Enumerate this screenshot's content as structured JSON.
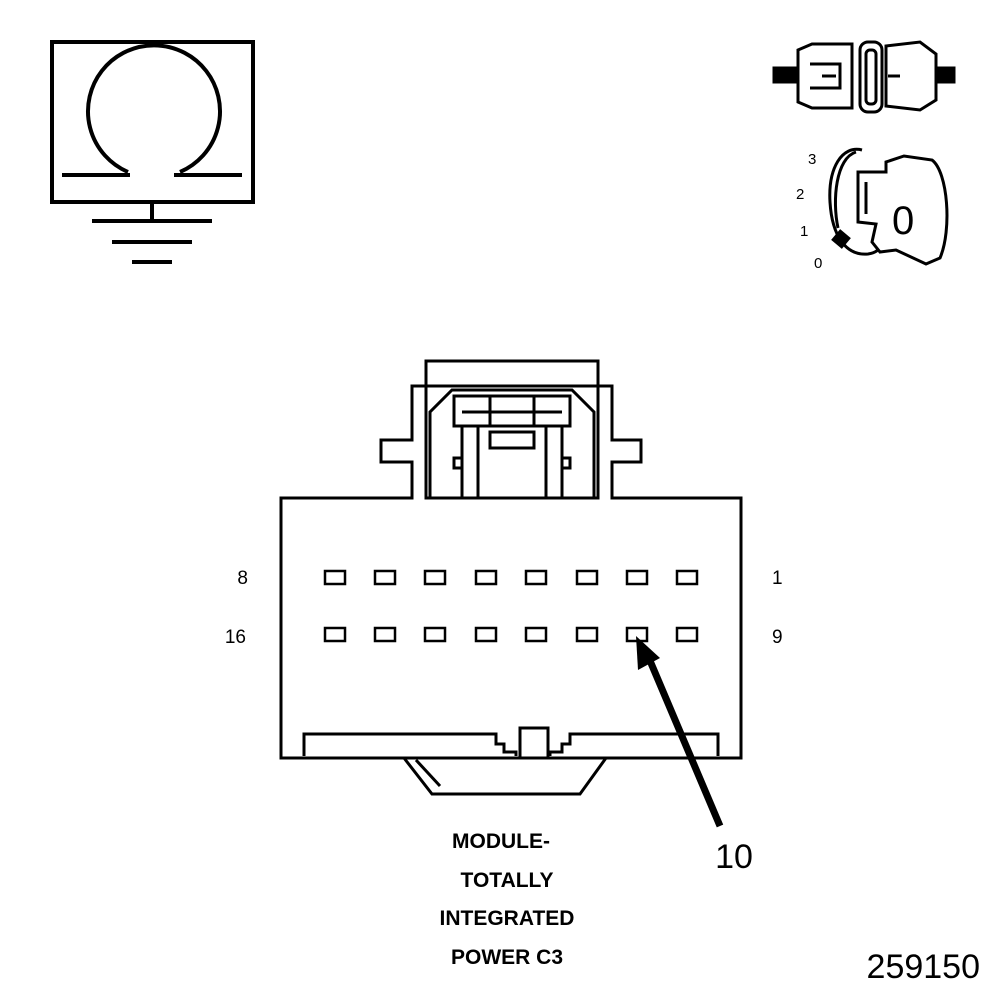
{
  "diagram": {
    "ignition_positions": [
      "3",
      "2",
      "1",
      "0"
    ],
    "key_label": "0",
    "pin_labels": {
      "top_left": "8",
      "top_right": "1",
      "bottom_left": "16",
      "bottom_right": "9"
    },
    "callout": "10",
    "caption": [
      "MODULE-",
      "TOTALLY",
      "INTEGRATED",
      "POWER C3"
    ],
    "figure_number": "259150"
  }
}
